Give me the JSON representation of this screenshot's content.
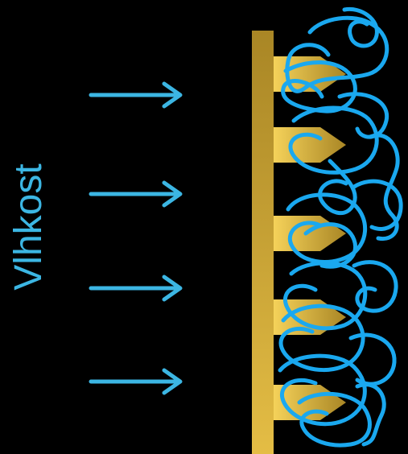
{
  "side_label": "Vlhkost",
  "colors": {
    "background": "#000000",
    "label": "#3cb6e3",
    "arrow": "#3cb6e3",
    "polymer": "#1aa8ef",
    "gold_dark": "#a98625",
    "gold_light": "#f5d25a"
  },
  "arrows": {
    "count": 4,
    "direction": "right"
  },
  "prongs": {
    "count": 5
  },
  "polymer_coils": {
    "count": 12
  }
}
